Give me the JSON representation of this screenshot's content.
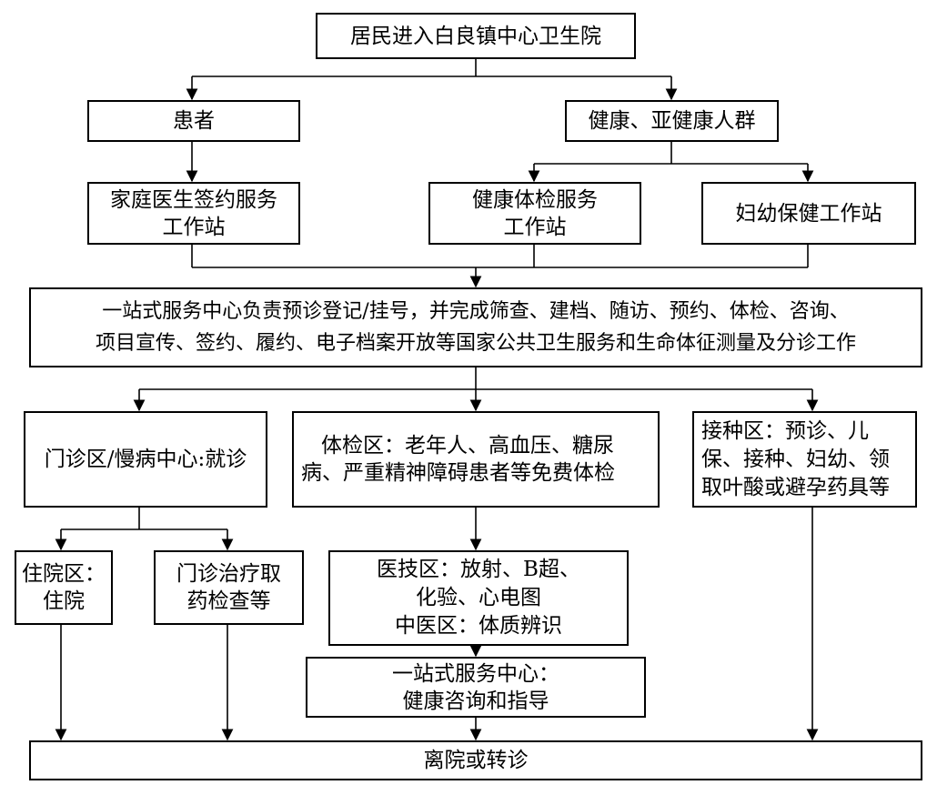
{
  "diagram": {
    "nodes": {
      "entry": {
        "lines": [
          "居民进入白良镇中心卫生院"
        ]
      },
      "patients": {
        "lines": [
          "患者"
        ]
      },
      "healthy": {
        "lines": [
          "健康、亚健康人群"
        ]
      },
      "family_doctor": {
        "lines": [
          "家庭医生签约服务",
          "工作站"
        ]
      },
      "health_check": {
        "lines": [
          "健康体检服务",
          "工作站"
        ]
      },
      "maternal_child": {
        "lines": [
          "妇幼保健工作站"
        ]
      },
      "one_stop": {
        "lines": [
          "一站式服务中心负责预诊登记/挂号，并完成筛查、建档、随访、预约、体检、咨询、",
          "项目宣传、签约、履约、电子档案开放等国家公共卫生服务和生命体征测量及分诊工作"
        ]
      },
      "outpatient": {
        "lines": [
          "门诊区/慢病中心:就诊"
        ]
      },
      "exam_area": {
        "lines": [
          "体检区：老年人、高血压、糖尿",
          "病、严重精神障碍患者等免费体检"
        ]
      },
      "vaccination": {
        "lines": [
          "接种区：预诊、儿",
          "保、接种、妇幼、领",
          "取叶酸或避孕药具等"
        ]
      },
      "inpatient": {
        "lines": [
          "住院区：",
          "住院"
        ]
      },
      "treatment": {
        "lines": [
          "门诊治疗取",
          "药检查等"
        ]
      },
      "medtech": {
        "lines": [
          "医技区：放射、B超、",
          "化验、心电图",
          "中医区：体质辨识"
        ]
      },
      "consult": {
        "lines": [
          "一站式服务中心：",
          "健康咨询和指导"
        ]
      },
      "discharge": {
        "lines": [
          "离院或转诊"
        ]
      }
    },
    "edges": [
      {
        "from": "entry",
        "to": "patients"
      },
      {
        "from": "entry",
        "to": "healthy"
      },
      {
        "from": "patients",
        "to": "family_doctor"
      },
      {
        "from": "healthy",
        "to": "health_check"
      },
      {
        "from": "healthy",
        "to": "maternal_child"
      },
      {
        "from": "family_doctor",
        "to": "one_stop"
      },
      {
        "from": "health_check",
        "to": "one_stop"
      },
      {
        "from": "maternal_child",
        "to": "one_stop"
      },
      {
        "from": "one_stop",
        "to": "outpatient"
      },
      {
        "from": "one_stop",
        "to": "exam_area"
      },
      {
        "from": "one_stop",
        "to": "vaccination"
      },
      {
        "from": "outpatient",
        "to": "inpatient"
      },
      {
        "from": "outpatient",
        "to": "treatment"
      },
      {
        "from": "exam_area",
        "to": "medtech"
      },
      {
        "from": "medtech",
        "to": "consult"
      },
      {
        "from": "consult",
        "to": "discharge"
      },
      {
        "from": "inpatient",
        "to": "discharge"
      },
      {
        "from": "treatment",
        "to": "discharge"
      },
      {
        "from": "vaccination",
        "to": "discharge"
      }
    ]
  }
}
